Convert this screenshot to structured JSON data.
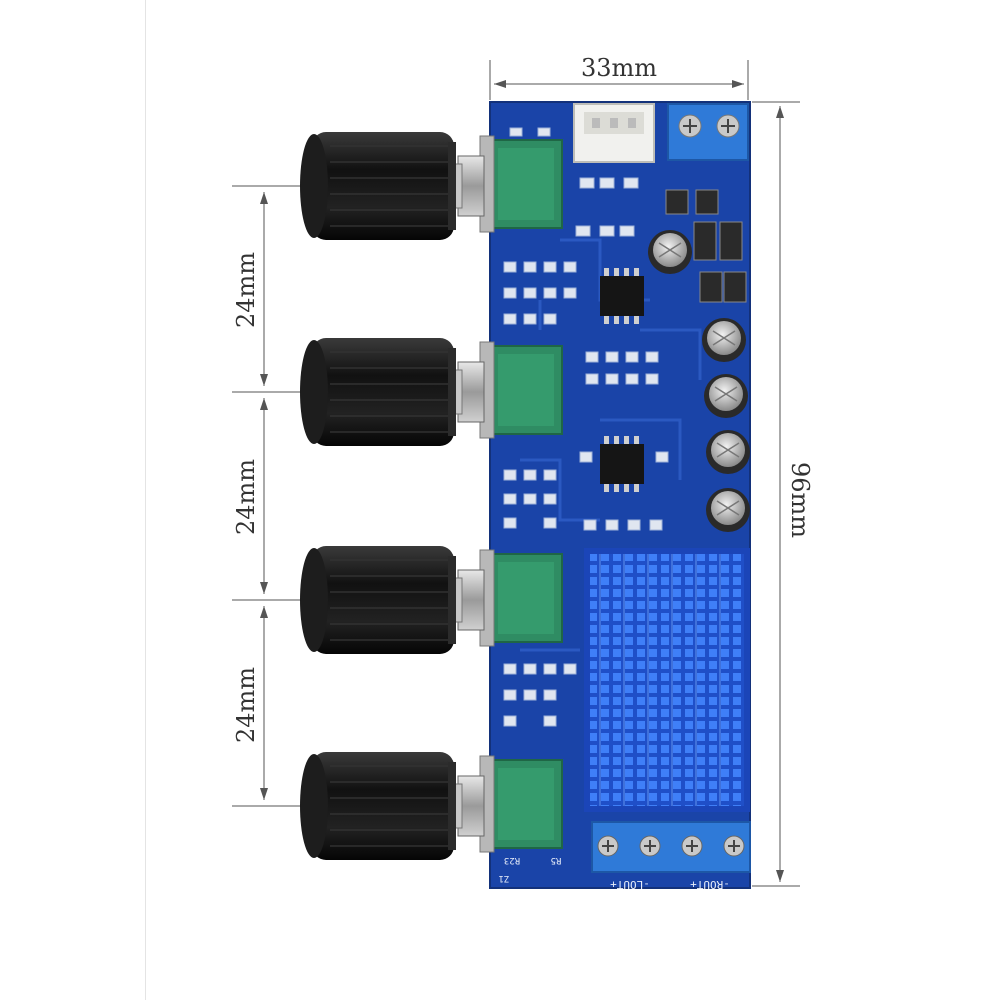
{
  "dimensions": {
    "width_label": "33mm",
    "height_label": "96mm",
    "spacing_labels": [
      "24mm",
      "24mm",
      "24mm"
    ]
  },
  "board": {
    "knob_count": 4,
    "silkscreen": [
      "R23",
      "R5",
      "Z1"
    ],
    "output_labels": [
      "-LOUT+",
      "-ROUT+"
    ]
  },
  "colors": {
    "pcb": "#1a44a8",
    "heatsink": "#2f6cf0",
    "knob": "#151515",
    "pot_body": "#2f8c63",
    "terminal": "#2f7ad8"
  }
}
